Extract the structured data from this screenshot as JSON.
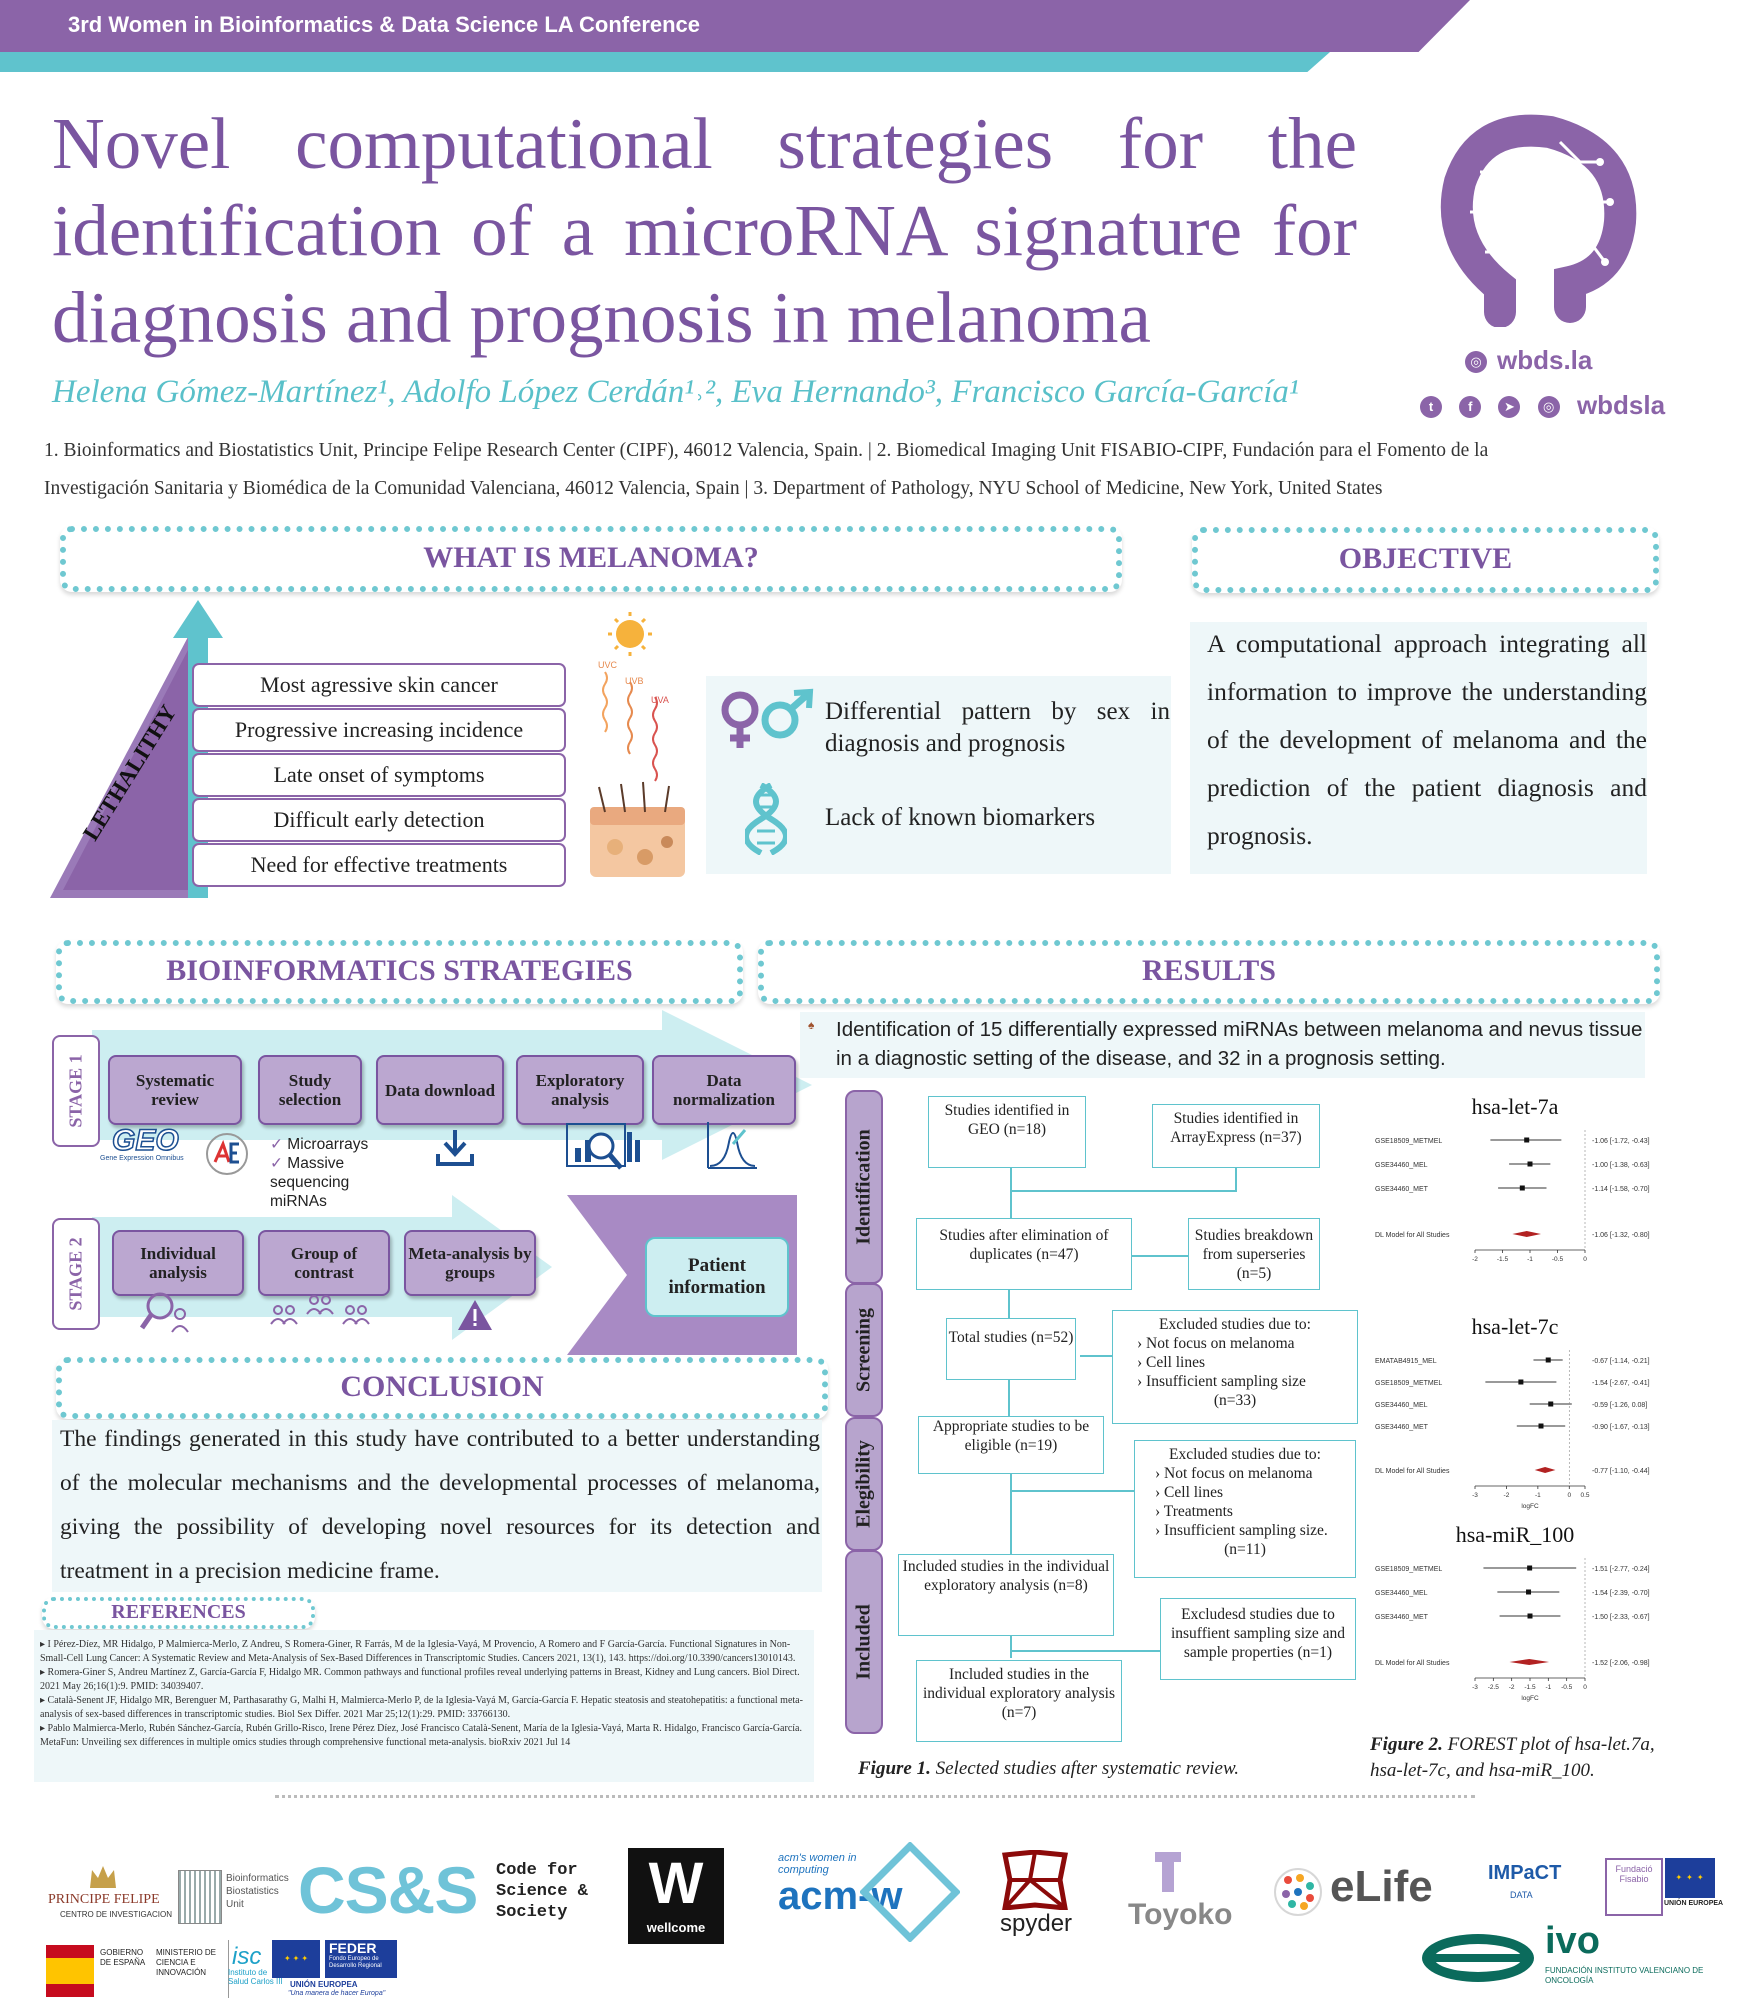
{
  "header": {
    "conference": "3rd Women in Bioinformatics & Data Science LA Conference"
  },
  "title": "Novel computational strategies for the identification of a microRNA signature for diagnosis and prognosis in melanoma",
  "authors": "Helena Gómez-Martínez¹, Adolfo López Cerdán¹˒², Eva Hernando³, Francisco García-García¹",
  "affiliations": {
    "line1": "1. Bioinformatics and Biostatistics Unit, Principe Felipe Research Center (CIPF), 46012 Valencia, Spain. | 2. Biomedical Imaging Unit FISABIO-CIPF, Fundación para el Fomento de la",
    "line2": "Investigación Sanitaria y Biomédica de la Comunidad Valenciana, 46012 Valencia, Spain | 3. Department of Pathology, NYU School of Medicine, New York, United States"
  },
  "brand": {
    "site": "wbds.la",
    "handle": "wbdsla",
    "accent": "#8b64a8",
    "teal": "#5fc3cd"
  },
  "melanoma": {
    "heading": "WHAT IS MELANOMA?",
    "axis": "LETHALITHY",
    "items": [
      "Most agressive skin cancer",
      "Progressive increasing incidence",
      "Late onset of symptoms",
      "Difficult early detection",
      "Need for effective treatments"
    ],
    "uv": [
      "UVC",
      "UVB",
      "UVA"
    ],
    "sex_text": "Differential pattern by sex in diagnosis and prognosis",
    "bio_text": "Lack of known biomarkers"
  },
  "objective": {
    "heading": "OBJECTIVE",
    "text": "A computational approach integrating all information to improve the understanding of the development of melanoma and the prediction of the patient diagnosis and prognosis."
  },
  "strategies": {
    "heading": "BIOINFORMATICS STRATEGIES",
    "stage1": "STAGE 1",
    "stage2": "STAGE 2",
    "s1": [
      "Systematic review",
      "Study selection",
      "Data download",
      "Exploratory analysis",
      "Data normalization"
    ],
    "s2": [
      "Individual analysis",
      "Group of contrast",
      "Meta-analysis by groups"
    ],
    "patient": "Patient information",
    "geo": "GEO",
    "geo_sub": "Gene Expression Omnibus",
    "checks": [
      "Microarrays",
      "Massive sequencing miRNAs"
    ]
  },
  "conclusion": {
    "heading": "CONCLUSION",
    "text": "The findings generated in this study have contributed to a better understanding of the molecular mechanisms and the developmental processes of melanoma, giving the possibility of developing novel resources for its detection and treatment in a precision medicine frame."
  },
  "references": {
    "heading": "REFERENCES",
    "items": [
      "I Pérez-Díez, MR Hidalgo, P Malmierca-Merlo, Z Andreu, S Romera-Giner, R Farrás, M de la Iglesia-Vayá, M Provencio, A Romero and F García-García. Functional Signatures in Non-Small-Cell Lung Cancer: A Systematic Review and Meta-Analysis of Sex-Based Differences in Transcriptomic Studies. Cancers 2021, 13(1), 143. https://doi.org/10.3390/cancers13010143.",
      "Romera-Giner S, Andreu Martínez Z, García-García F, Hidalgo MR. Common pathways and functional profiles reveal underlying patterns in Breast, Kidney and Lung cancers. Biol Direct. 2021 May 26;16(1):9. PMID: 34039407.",
      "Català-Senent JF, Hidalgo MR, Berenguer M, Parthasarathy G, Malhi H, Malmierca-Merlo P, de la Iglesia-Vayá M, García-García F. Hepatic steatosis and steatohepatitis: a functional meta-analysis of sex-based differences in transcriptomic studies. Biol Sex Differ. 2021 Mar 25;12(1):29. PMID: 33766130.",
      "Pablo Malmierca-Merlo, Rubén Sánchez-García, Rubén Grillo-Risco, Irene Pérez Díez, José Francisco Català-Senent, María de la Iglesia-Vayá, Marta R. Hidalgo, Francisco García-García. MetaFun: Unveiling sex differences in multiple omics studies through comprehensive functional meta-analysis. bioRxiv 2021 Jul 14"
    ]
  },
  "results": {
    "heading": "RESULTS",
    "bullet": "Identification of 15 differentially expressed miRNAs between melanoma and nevus tissue in a diagnostic setting of the disease, and 32 in a prognosis setting.",
    "phases": [
      "Identification",
      "Screening",
      "Elegibility",
      "Included"
    ],
    "flow": {
      "geo": "Studies identified in GEO (n=18)",
      "ae": "Studies identified in ArrayExpress (n=37)",
      "dup": "Studies after elimination of duplicates (n=47)",
      "super": "Studies breakdown from superseries (n=5)",
      "total": "Total studies (n=52)",
      "exc1_title": "Excluded studies due to:",
      "exc1": [
        "Not focus on melanoma",
        "Cell lines",
        "Insufficient sampling size"
      ],
      "exc1_n": "(n=33)",
      "elig": "Appropriate studies to be eligible (n=19)",
      "exc2_title": "Excluded studies due to:",
      "exc2": [
        "Not focus on melanoma",
        "Cell lines",
        "Treatments",
        "Insufficient sampling size."
      ],
      "exc2_n": "(n=11)",
      "inc1": "Included studies in the individual exploratory analysis (n=8)",
      "exc3": "Excludesd studies due to insuffient sampling size and sample properties (n=1)",
      "inc2": "Included studies in the individual exploratory analysis (n=7)"
    },
    "fig1_label": "Figure 1.",
    "fig1_caption": "Selected studies after systematic review.",
    "fig2_label": "Figure 2.",
    "fig2_caption": "FOREST plot of hsa-let.7a, hsa-let-7c, and hsa-miR_100."
  },
  "chart_data": [
    {
      "type": "forest",
      "title": "hsa-let-7a",
      "studies": [
        {
          "name": "GSE18509_METMEL",
          "est": -1.06,
          "lo": -1.72,
          "hi": -0.43,
          "label": "-1.06 [-1.72, -0.43]"
        },
        {
          "name": "GSE34460_MEL",
          "est": -1.0,
          "lo": -1.38,
          "hi": -0.63,
          "label": "-1.00 [-1.38, -0.63]"
        },
        {
          "name": "GSE34460_MET",
          "est": -1.14,
          "lo": -1.58,
          "hi": -0.7,
          "label": "-1.14 [-1.58, -0.70]"
        }
      ],
      "summary": {
        "name": "DL Model for All Studies",
        "est": -1.06,
        "lo": -1.32,
        "hi": -0.8,
        "label": "-1.06 [-1.32, -0.80]"
      },
      "ticks": [
        -2,
        -1.5,
        -1,
        -0.5,
        0
      ],
      "tick_labels": [
        "-2",
        "-1.5",
        "-1",
        "-0.5",
        "0"
      ],
      "xlim": [
        -2,
        0
      ],
      "xlabel": ""
    },
    {
      "type": "forest",
      "title": "hsa-let-7c",
      "studies": [
        {
          "name": "EMATAB4915_MEL",
          "est": -0.67,
          "lo": -1.14,
          "hi": -0.21,
          "label": "-0.67 [-1.14, -0.21]"
        },
        {
          "name": "GSE18509_METMEL",
          "est": -1.54,
          "lo": -2.67,
          "hi": -0.41,
          "label": "-1.54 [-2.67, -0.41]"
        },
        {
          "name": "GSE34460_MEL",
          "est": -0.59,
          "lo": -1.26,
          "hi": 0.08,
          "label": "-0.59 [-1.26, 0.08]"
        },
        {
          "name": "GSE34460_MET",
          "est": -0.9,
          "lo": -1.67,
          "hi": -0.13,
          "label": "-0.90 [-1.67, -0.13]"
        }
      ],
      "summary": {
        "name": "DL Model for All Studies",
        "est": -0.77,
        "lo": -1.1,
        "hi": -0.44,
        "label": "-0.77 [-1.10, -0.44]"
      },
      "ticks": [
        -3,
        -2,
        -1,
        0,
        0.5
      ],
      "tick_labels": [
        "-3",
        "-2",
        "-1",
        "0",
        "0.5"
      ],
      "xlim": [
        -3,
        0.5
      ],
      "xlabel": "logFC"
    },
    {
      "type": "forest",
      "title": "hsa-miR_100",
      "studies": [
        {
          "name": "GSE18509_METMEL",
          "est": -1.51,
          "lo": -2.77,
          "hi": -0.24,
          "label": "-1.51 [-2.77, -0.24]"
        },
        {
          "name": "GSE34460_MEL",
          "est": -1.54,
          "lo": -2.39,
          "hi": -0.7,
          "label": "-1.54 [-2.39, -0.70]"
        },
        {
          "name": "GSE34460_MET",
          "est": -1.5,
          "lo": -2.33,
          "hi": -0.67,
          "label": "-1.50 [-2.33, -0.67]"
        }
      ],
      "summary": {
        "name": "DL Model for All Studies",
        "est": -1.52,
        "lo": -2.06,
        "hi": -0.98,
        "label": "-1.52 [-2.06, -0.98]"
      },
      "ticks": [
        -3,
        -2.5,
        -2,
        -1.5,
        -1,
        -0.5,
        0
      ],
      "tick_labels": [
        "-3",
        "-2.5",
        "-2",
        "-1.5",
        "-1",
        "-0.5",
        "0"
      ],
      "xlim": [
        -3,
        0
      ],
      "xlabel": "logFC"
    }
  ],
  "sponsors": {
    "principe": "PRINCIPE FELIPE",
    "principe_sub": "CENTRO DE INVESTIGACION",
    "bbu": "Bioinformatics Biostatistics Unit",
    "css": "CS&S",
    "css_text": "Code for Science & Society",
    "wellcome": "wellcome",
    "acm_top": "acm's women in computing",
    "acm": "acm-w",
    "spyder": "spyder",
    "toyoko": "Toyoko",
    "elife": "eLife",
    "impact": "IMPaCT",
    "impact_sub": "DATA",
    "gobierno": "GOBIERNO DE ESPAÑA",
    "ministerio": "MINISTERIO DE CIENCIA E INNOVACIÓN",
    "isciii": "Instituto de Salud Carlos III",
    "feder": "FEDER",
    "feder_sub": "Fondo Europeo de Desarrollo Regional",
    "ue": "UNIÓN EUROPEA",
    "ue_motto": "\"Una manera de hacer Europa\"",
    "fisabio": "Fundació Fisabio",
    "ue2": "UNIÓN EUROPEA",
    "ivo": "ivo",
    "ivo_sub": "FUNDACIÓN INSTITUTO VALENCIANO DE ONCOLOGÍA"
  }
}
